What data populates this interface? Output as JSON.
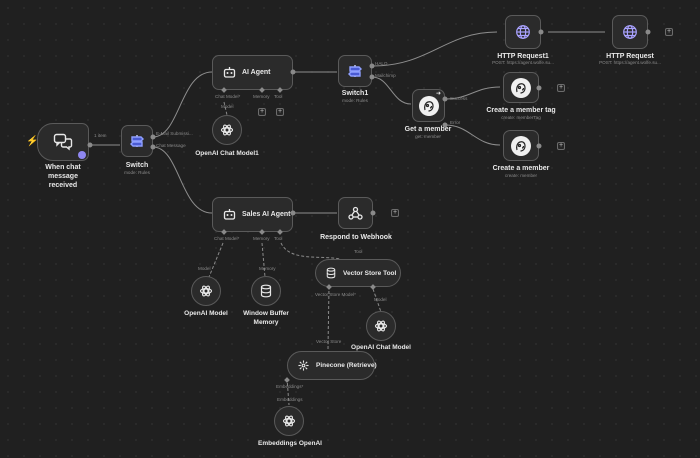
{
  "canvas": {
    "background": "#202020",
    "accent": "#8f87f1",
    "trigger_color": "#ff4d4d"
  },
  "nodes": {
    "chat_trigger": {
      "title": "When chat message received",
      "icon": "chat-bubbles-icon"
    },
    "switch_main": {
      "title": "Switch",
      "caption": "mode: Rules",
      "outputs": [
        "E-Mail Submissi...",
        "Chat Message"
      ],
      "edge_label": "1 item",
      "icon": "switch-icon"
    },
    "ai_agent": {
      "title": "AI Agent",
      "ports": [
        "Chat Model*",
        "Memory",
        "Tool"
      ],
      "icon": "robot-icon"
    },
    "openai_chat_model_1": {
      "title": "OpenAI Chat Model1",
      "port_label": "Model",
      "icon": "openai-icon"
    },
    "switch_1": {
      "title": "Switch1",
      "caption": "mode: Rules",
      "outputs": [
        "HALO",
        "Mailchimp"
      ],
      "icon": "switch-icon"
    },
    "http_request_1": {
      "title": "HTTP Request1",
      "caption": "POST: https://agent.wolfe.su...",
      "icon": "globe-icon"
    },
    "http_request": {
      "title": "HTTP Request",
      "caption": "POST: https://agent.wolfe.su...",
      "icon": "globe-icon"
    },
    "get_member": {
      "title": "Get a member",
      "caption": "get: member",
      "outputs": [
        "Success",
        "Error"
      ],
      "icon": "mailchimp-icon"
    },
    "create_member_tag": {
      "title": "Create a member tag",
      "caption": "create: memberTag",
      "icon": "mailchimp-icon"
    },
    "create_member": {
      "title": "Create a member",
      "caption": "create: member",
      "icon": "mailchimp-icon"
    },
    "sales_ai_agent": {
      "title": "Sales AI Agent",
      "ports": [
        "Chat Model*",
        "Memory",
        "Tool"
      ],
      "icon": "robot-icon"
    },
    "respond_webhook": {
      "title": "Respond to Webhook",
      "icon": "webhook-icon"
    },
    "openai_model": {
      "title": "OpenAI Model",
      "port_label": "Model",
      "icon": "openai-icon"
    },
    "window_buffer_memory": {
      "title": "Window Buffer Memory",
      "port_label": "Memory",
      "icon": "database-icon"
    },
    "vector_store_tool": {
      "title": "Vector Store Tool",
      "port_label": "Tool",
      "ports": [
        "Vector Store Model*",
        "Model"
      ],
      "icon": "database-icon"
    },
    "openai_chat_model": {
      "title": "OpenAI Chat Model",
      "port_label": "Model",
      "icon": "openai-icon"
    },
    "pinecone": {
      "title": "Pinecone (Retrieve)",
      "port_label": "Vector Store",
      "ports": [
        "Embeddings*"
      ],
      "icon": "pinecone-icon"
    },
    "embeddings_openai": {
      "title": "Embeddings OpenAI",
      "port_label": "Embeddings",
      "icon": "openai-icon"
    }
  }
}
